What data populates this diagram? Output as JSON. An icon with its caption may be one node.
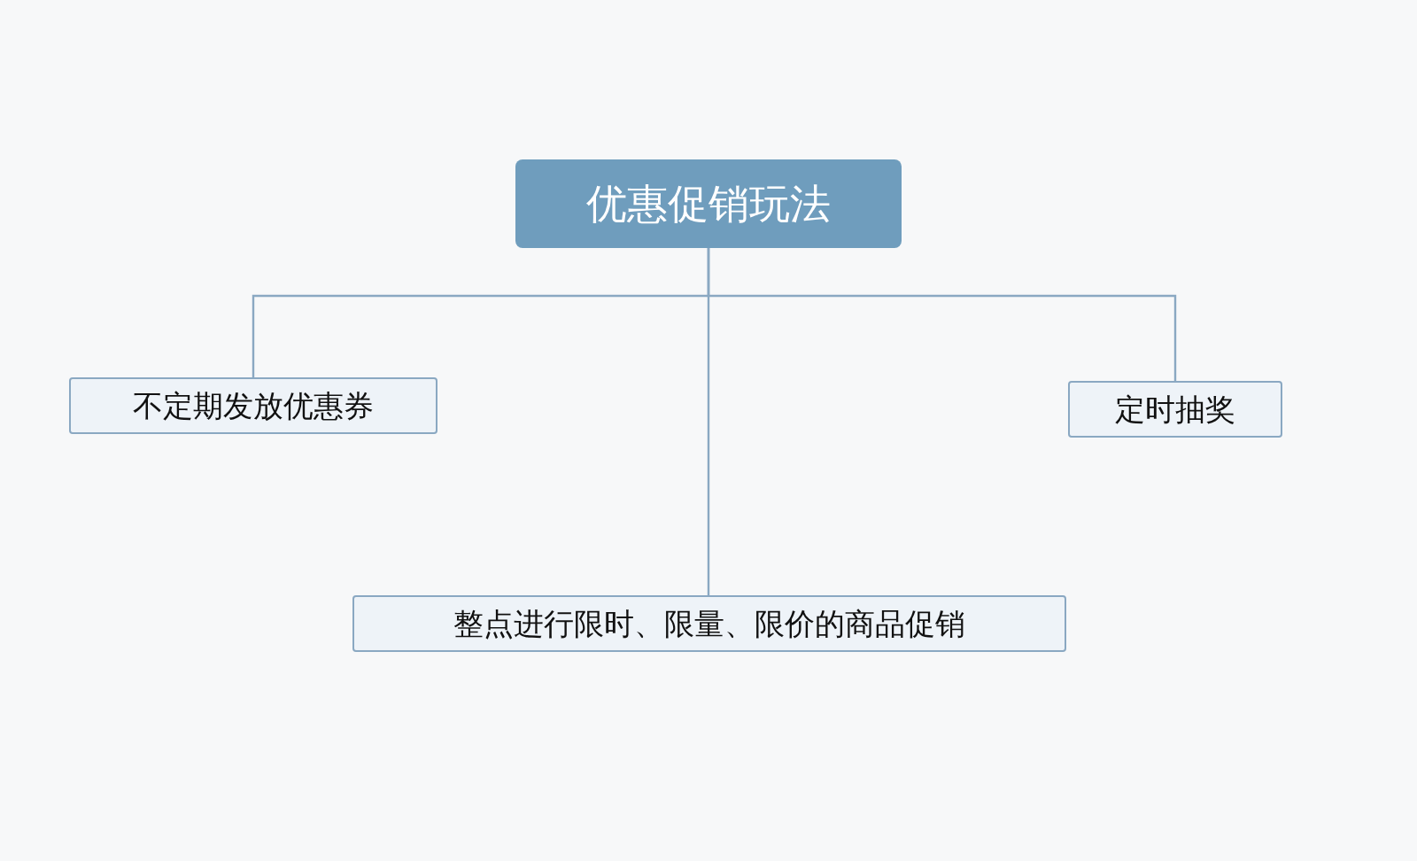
{
  "diagram": {
    "nodes": [
      {
        "text": [
          "优惠促销玩法"
        ]
      },
      {
        "text": [
          "不定期发放优惠券"
        ]
      },
      {
        "text": [
          "定时抽奖"
        ]
      },
      {
        "text": [
          "整点进行限时、限量、限价的商品促销"
        ]
      }
    ],
    "edges": [
      {
        "from": 0,
        "to": 1,
        "arrow": "none"
      },
      {
        "from": 0,
        "to": 2,
        "arrow": "none"
      },
      {
        "from": 0,
        "to": 3,
        "arrow": "none"
      }
    ]
  }
}
